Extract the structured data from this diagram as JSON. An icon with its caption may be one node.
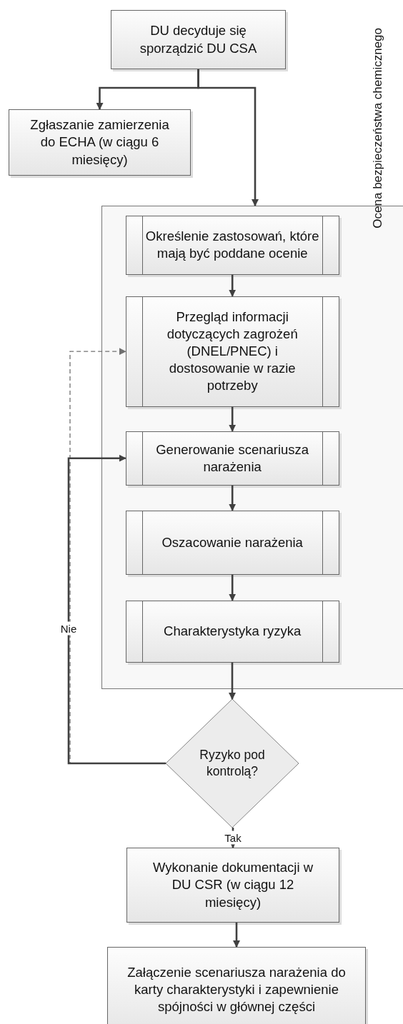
{
  "diagram": {
    "nodes": [
      {
        "text": [
          "DU decyduje się sporządzić DU CSA"
        ]
      },
      {
        "text": [
          "Zgłaszanie zamierzenia do ECHA (w ciągu 6 miesięcy)"
        ]
      },
      {
        "text": [
          "Ocena bezpieczeństwa chemicznego"
        ]
      },
      {
        "text": [
          "Określenie zastosowań, które mają być poddane ocenie"
        ],
        "in": 2
      },
      {
        "text": [
          "Przegląd informacji dotyczących zagrożeń (DNEL/PNEC) i dostosowanie w razie potrzeby"
        ],
        "in": 2
      },
      {
        "text": [
          "Generowanie scenariusza narażenia"
        ],
        "in": 2
      },
      {
        "text": [
          "Oszacowanie narażenia"
        ],
        "in": 2
      },
      {
        "text": [
          "Charakterystyka ryzyka"
        ],
        "in": 2
      },
      {
        "text": [
          "Ryzyko pod kontrolą?"
        ]
      },
      {
        "text": [
          "Wykonanie dokumentacji w DU CSR (w ciągu 12 miesięcy)"
        ]
      },
      {
        "text": [
          "Załączenie scenariusza narażenia do karty charakterystyki i zapewnienie spójności w głównej części"
        ]
      }
    ],
    "edges": [
      {
        "from": 0,
        "to": 1,
        "arrow": "to"
      },
      {
        "from": 0,
        "to": 2,
        "arrow": "to"
      },
      {
        "from": 3,
        "to": 4,
        "arrow": "to"
      },
      {
        "from": 4,
        "to": 5,
        "arrow": "to"
      },
      {
        "from": 5,
        "to": 6,
        "arrow": "to"
      },
      {
        "from": 6,
        "to": 7,
        "arrow": "to"
      },
      {
        "from": 7,
        "to": 8,
        "arrow": "to"
      },
      {
        "from": 8,
        "to": 5,
        "arrow": "to",
        "label": "Nie"
      },
      {
        "from": 8,
        "to": 4,
        "arrow": "to",
        "style": "dashed",
        "color": "#707070"
      },
      {
        "from": 8,
        "to": 9,
        "arrow": "to",
        "label": "Tak"
      },
      {
        "from": 9,
        "to": 10,
        "arrow": "to"
      }
    ]
  }
}
